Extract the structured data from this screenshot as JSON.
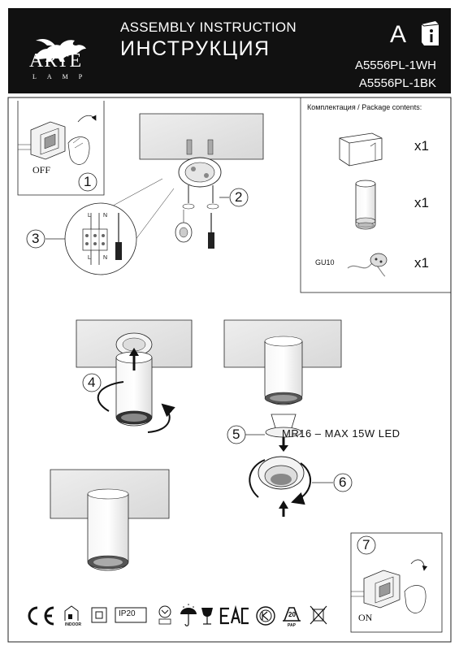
{
  "header": {
    "brand_name": "ARTE",
    "brand_sub": "LAMP",
    "title_en": "ASSEMBLY INSTRUCTION",
    "title_ru": "ИНСТРУКЦИЯ",
    "letter": "A",
    "info_icon": "info-book-icon",
    "models": [
      "A5556PL-1WH",
      "A5556PL-1BK"
    ]
  },
  "steps": {
    "s1": {
      "number": "1",
      "switch_label": "OFF"
    },
    "s2": {
      "number": "2"
    },
    "s3": {
      "number": "3",
      "wire_l": "L",
      "wire_n": "N",
      "wire_l2": "L",
      "wire_n2": "N"
    },
    "s4": {
      "number": "4"
    },
    "s5": {
      "number": "5",
      "lamp_note": "MR16 – MAX 15W LED"
    },
    "s6": {
      "number": "6"
    },
    "s7": {
      "number": "7",
      "switch_label": "ON"
    }
  },
  "package": {
    "title": "Комплектация / Package contents:",
    "items": [
      {
        "icon": "mounting-bracket-icon",
        "qty": "x1"
      },
      {
        "icon": "lamp-body-icon",
        "qty": "x1"
      },
      {
        "icon": "gu10-socket-icon",
        "label": "GU10",
        "qty": "x1"
      }
    ]
  },
  "certifications": {
    "ce": "CE",
    "indoor": "INDOOR",
    "ip": "IP20",
    "pap": "PAP",
    "pap_number": "20",
    "icons": [
      "ce-mark-icon",
      "indoor-icon",
      "class-ii-icon",
      "ip20-icon",
      "ambient-temp-icon",
      "keep-dry-icon",
      "fragile-icon",
      "eac-mark-icon",
      "ks-mark-icon",
      "recycle-pap-icon",
      "no-bin-icon"
    ]
  }
}
